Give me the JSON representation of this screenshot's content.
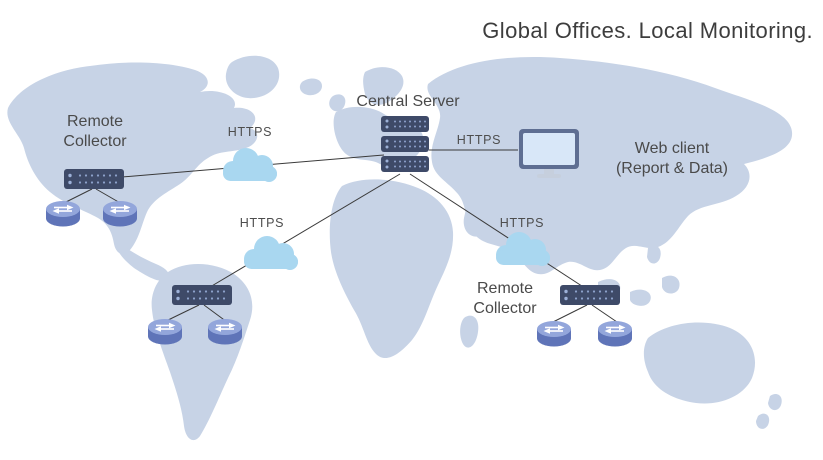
{
  "title": "Global Offices. Local Monitoring.",
  "nodes": {
    "central_server": {
      "label": "Central Server"
    },
    "remote_collector_left": {
      "label": "Remote\nCollector"
    },
    "remote_collector_right": {
      "label": "Remote\nCollector"
    },
    "web_client": {
      "label": "Web client\n(Report & Data)"
    }
  },
  "connections": {
    "left_cloud_label": "HTTPS",
    "mid_cloud_label": "HTTPS",
    "right_cloud_label": "HTTPS",
    "server_to_webclient_label": "HTTPS"
  },
  "colors": {
    "map": "#c7d3e6",
    "cloud": "#a9d7f0",
    "device_dark": "#3e4a68",
    "router_body": "#5f74b8",
    "router_top": "#93a6db",
    "line": "#3a3a3a",
    "title_text": "#3d3d3d",
    "label_text": "#4a4a4a",
    "monitor_frame": "#5e6e92",
    "monitor_screen": "#d8e7f8",
    "monitor_stand": "#c6cfdd",
    "led": "#9db1d8",
    "dot": "#8ea2cc"
  }
}
